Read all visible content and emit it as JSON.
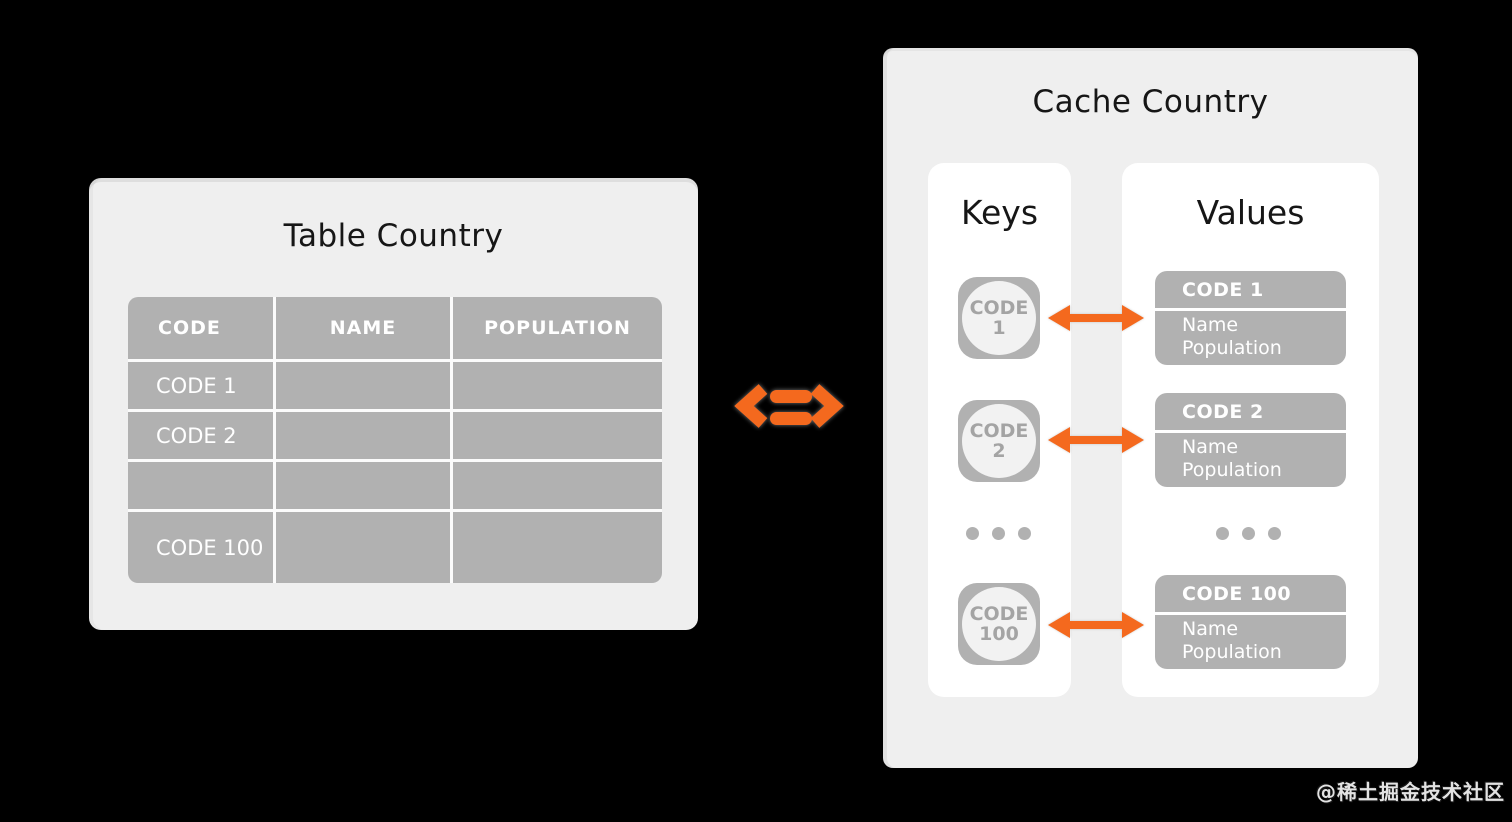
{
  "colors": {
    "canvas_black": "#000000",
    "panel_gray": "#efefef",
    "surface_white": "#ffffff",
    "cell_gray": "#b1b1b1",
    "circle_gray": "#f2f2f2",
    "badge_text_gray": "#a4a4a4",
    "title_black": "#161616",
    "text_white": "#ffffff",
    "accent_orange": "#f4691e"
  },
  "left_panel": {
    "title": "Table Country",
    "table": {
      "headers": [
        "CODE",
        "NAME",
        "POPULATION"
      ],
      "rows": [
        [
          "CODE 1",
          "",
          ""
        ],
        [
          "CODE 2",
          "",
          ""
        ],
        [
          "",
          "",
          ""
        ],
        [
          "CODE 100",
          "",
          ""
        ]
      ]
    }
  },
  "right_panel": {
    "title": "Cache Country",
    "keys": {
      "heading": "Keys",
      "items": [
        {
          "word": "CODE",
          "num": "1"
        },
        {
          "word": "CODE",
          "num": "2"
        },
        {
          "word": "CODE",
          "num": "100"
        }
      ]
    },
    "values": {
      "heading": "Values",
      "cards": [
        {
          "header": "CODE 1",
          "lines": [
            "Name",
            "Population"
          ]
        },
        {
          "header": "CODE 2",
          "lines": [
            "Name",
            "Population"
          ]
        },
        {
          "header": "CODE 100",
          "lines": [
            "Name",
            "Population"
          ]
        }
      ]
    }
  },
  "watermark": "@稀土掘金技术社区"
}
